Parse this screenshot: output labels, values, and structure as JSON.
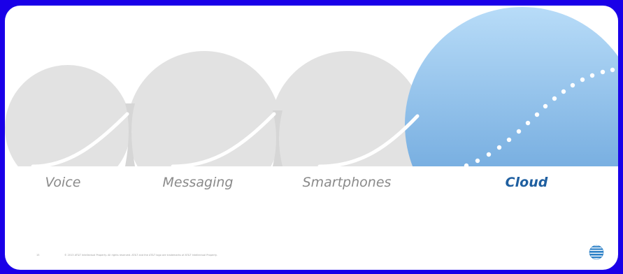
{
  "stages": [
    {
      "label": "Voice",
      "active": false
    },
    {
      "label": "Messaging",
      "active": false
    },
    {
      "label": "Smartphones",
      "active": false
    },
    {
      "label": "Cloud",
      "active": true
    }
  ],
  "footer": {
    "page_number": "15",
    "copyright": "© 2013 AT&T Intellectual Property. All rights reserved. AT&T and the AT&T logo are trademarks of AT&T Intellectual Property."
  },
  "logo": {
    "icon": "att-globe-icon",
    "brand": "AT&T"
  },
  "colors": {
    "frame": "#1a00e8",
    "inactive_circle": "#e0e0e0",
    "active_circle_top": "#a9d4f7",
    "active_circle_bottom": "#5f9fd9",
    "inactive_label": "#8a8a8a",
    "active_label": "#1f5fa0"
  }
}
